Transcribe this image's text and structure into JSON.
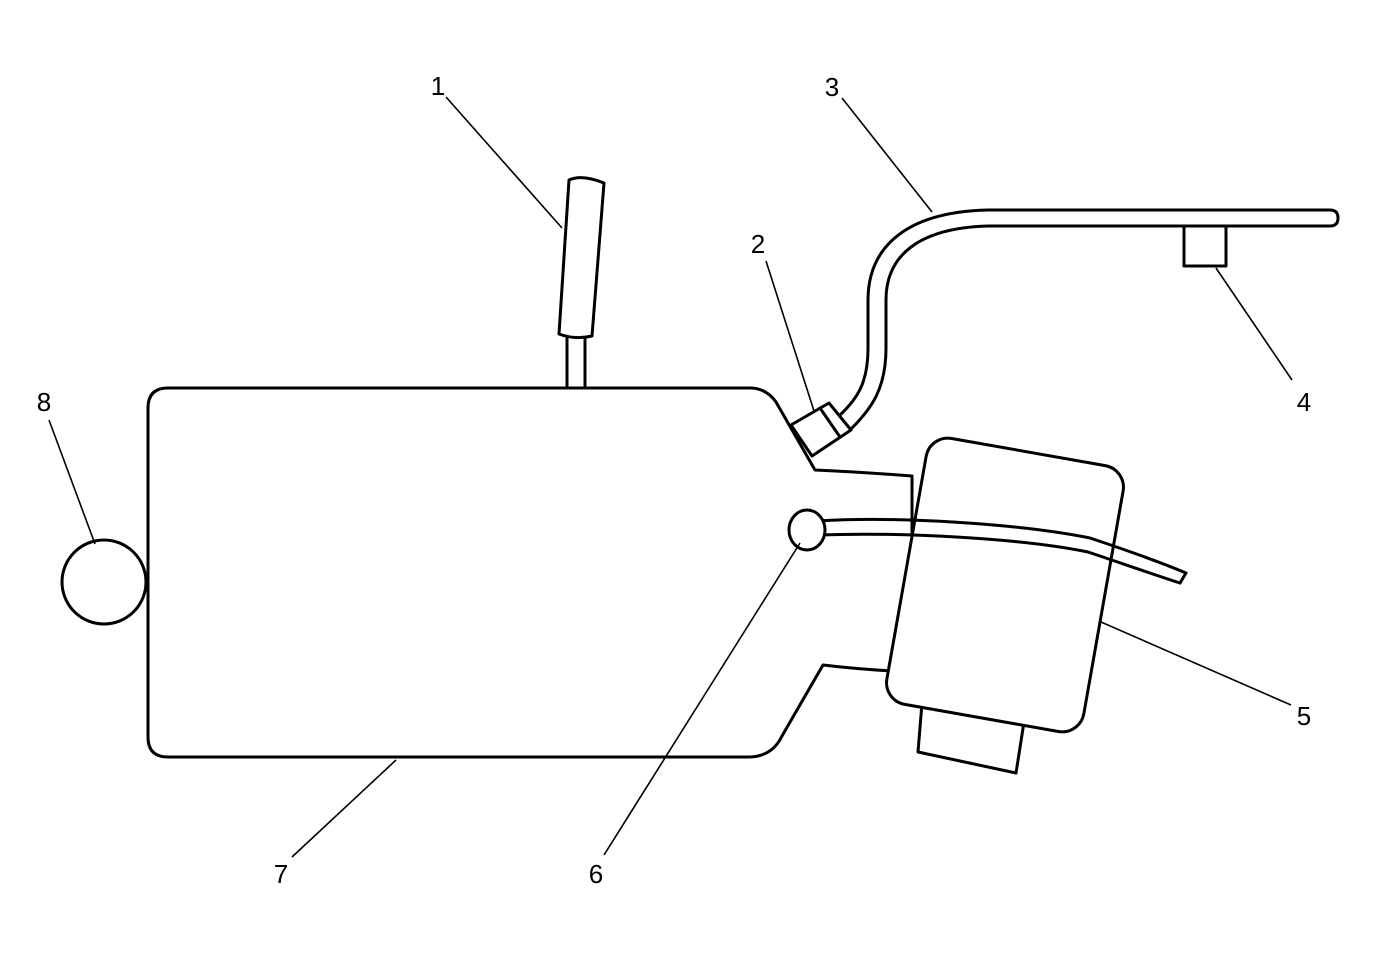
{
  "diagram": {
    "callouts": [
      {
        "id": "1",
        "label": "1"
      },
      {
        "id": "2",
        "label": "2"
      },
      {
        "id": "3",
        "label": "3"
      },
      {
        "id": "4",
        "label": "4"
      },
      {
        "id": "5",
        "label": "5"
      },
      {
        "id": "6",
        "label": "6"
      },
      {
        "id": "7",
        "label": "7"
      },
      {
        "id": "8",
        "label": "8"
      }
    ],
    "line_color": "#000000",
    "background_color": "#ffffff"
  }
}
